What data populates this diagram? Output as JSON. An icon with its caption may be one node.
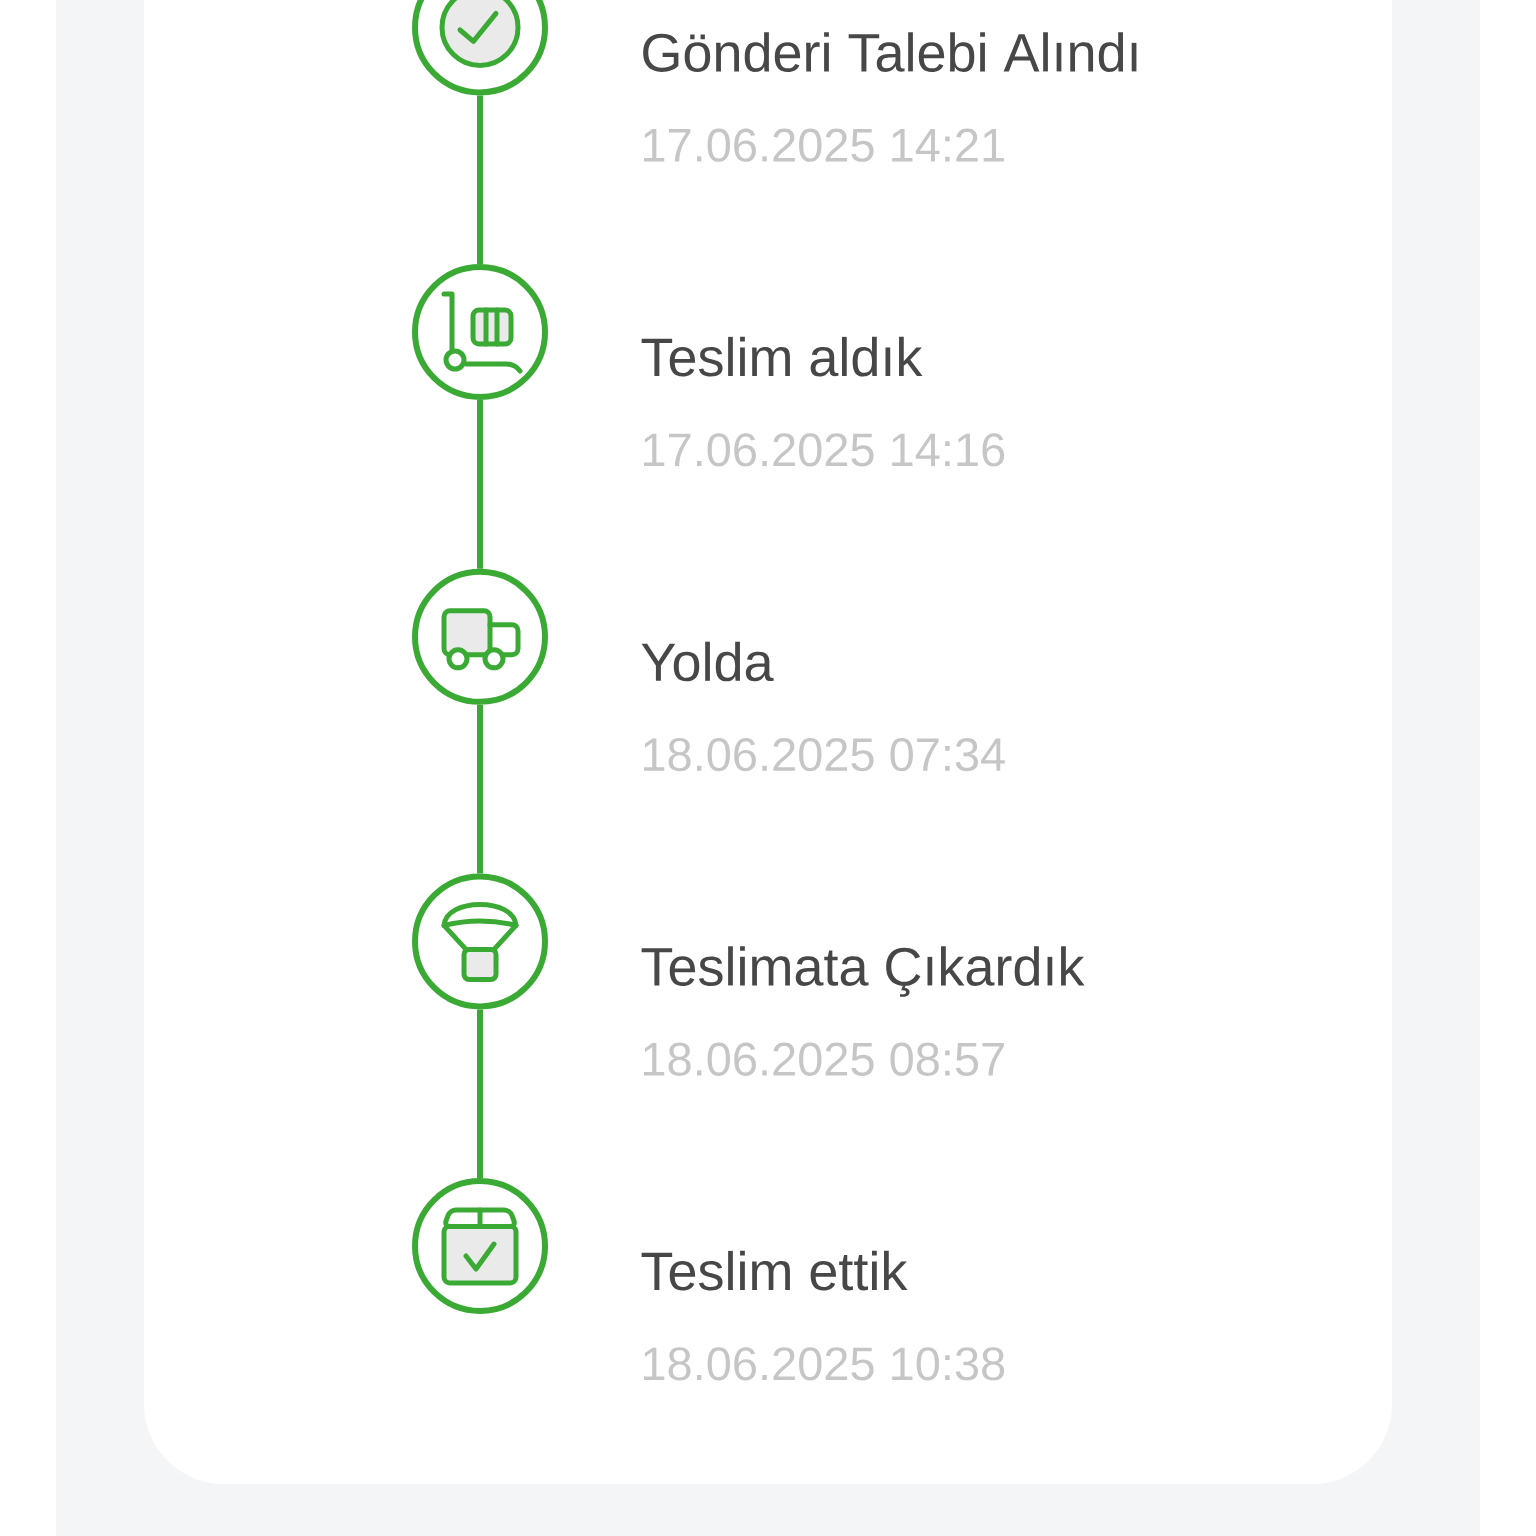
{
  "diagram": {
    "nodes": [
      {
        "text": [],
        "shape": "circle",
        "beside": [
          "Gönderi Talebi Alındı",
          "17.06.2025 14:21"
        ]
      },
      {
        "text": [],
        "shape": "circle",
        "beside": [
          "Teslim aldık",
          "17.06.2025 14:16"
        ]
      },
      {
        "text": [],
        "shape": "circle",
        "beside": [
          "Yolda",
          "18.06.2025 07:34"
        ]
      },
      {
        "text": [],
        "shape": "circle",
        "beside": [
          "Teslimata Çıkardık",
          "18.06.2025 08:57"
        ]
      },
      {
        "text": [],
        "shape": "circle",
        "beside": [
          "Teslim ettik",
          "18.06.2025 10:38"
        ]
      }
    ],
    "edges": [
      {
        "from": 0,
        "to": 1,
        "arrow": "none"
      },
      {
        "from": 1,
        "to": 2,
        "arrow": "none"
      },
      {
        "from": 2,
        "to": 3,
        "arrow": "none"
      },
      {
        "from": 3,
        "to": 4,
        "arrow": "none"
      }
    ]
  }
}
